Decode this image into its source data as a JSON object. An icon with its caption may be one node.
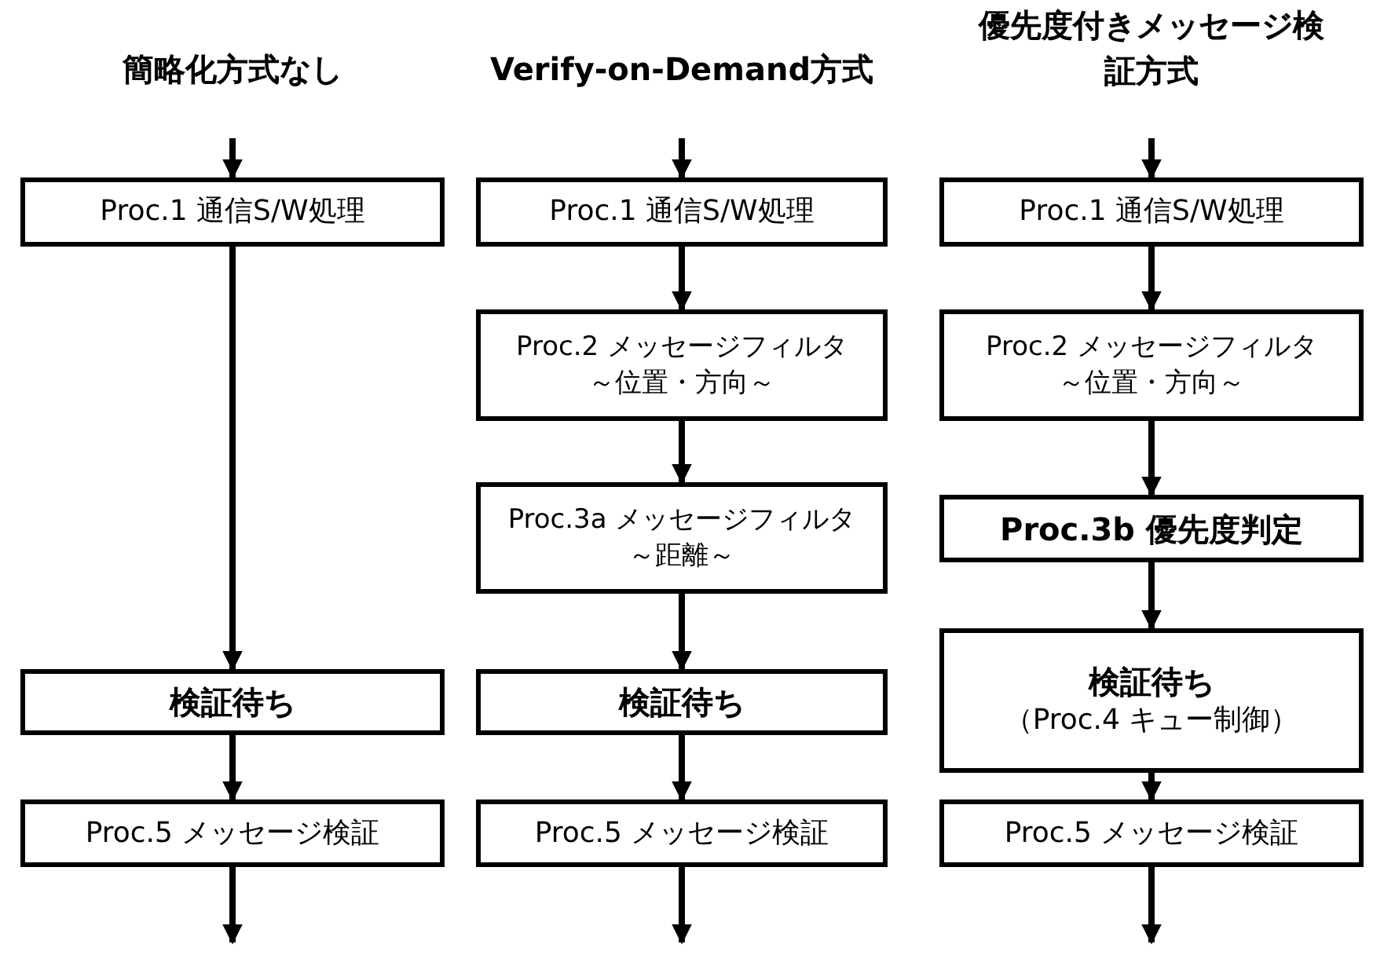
{
  "diagram": {
    "nodes": [
      {
        "text": [
          "Proc.1 通信S/W処理"
        ]
      },
      {
        "text": [
          "検証待ち"
        ]
      },
      {
        "text": [
          "Proc.5 メッセージ検証"
        ]
      },
      {
        "text": [
          "Proc.1 通信S/W処理"
        ]
      },
      {
        "text": [
          "Proc.2 メッセージフィルタ～位置・方向～"
        ]
      },
      {
        "text": [
          "Proc.3a メッセージフィルタ～距離～"
        ]
      },
      {
        "text": [
          "検証待ち"
        ]
      },
      {
        "text": [
          "Proc.5 メッセージ検証"
        ]
      },
      {
        "text": [
          "Proc.1 通信S/W処理"
        ]
      },
      {
        "text": [
          "Proc.2 メッセージフィルタ～位置・方向～"
        ]
      },
      {
        "text": [
          "Proc.3b 優先度判定"
        ]
      },
      {
        "text": [
          "検証待ち",
          "（Proc.4 キュー制御）"
        ]
      },
      {
        "text": [
          "Proc.5 メッセージ検証"
        ]
      }
    ],
    "edges": [
      {
        "from": null,
        "to": 0,
        "arrow": "to"
      },
      {
        "from": 0,
        "to": 1,
        "arrow": "to"
      },
      {
        "from": 1,
        "to": 2,
        "arrow": "to"
      },
      {
        "from": 2,
        "to": null,
        "arrow": "to"
      },
      {
        "from": null,
        "to": 3,
        "arrow": "to"
      },
      {
        "from": 3,
        "to": 4,
        "arrow": "to"
      },
      {
        "from": 4,
        "to": 5,
        "arrow": "to"
      },
      {
        "from": 5,
        "to": 6,
        "arrow": "to"
      },
      {
        "from": 6,
        "to": 7,
        "arrow": "to"
      },
      {
        "from": 7,
        "to": null,
        "arrow": "to"
      },
      {
        "from": null,
        "to": 8,
        "arrow": "to"
      },
      {
        "from": 8,
        "to": 9,
        "arrow": "to"
      },
      {
        "from": 9,
        "to": 10,
        "arrow": "to"
      },
      {
        "from": 10,
        "to": 11,
        "arrow": "to"
      },
      {
        "from": 11,
        "to": 12,
        "arrow": "to"
      },
      {
        "from": 12,
        "to": null,
        "arrow": "to"
      }
    ],
    "labels": [
      "簡略化方式なし",
      "Verify-on-Demand方式",
      "優先度付きメッセージ検証方式"
    ]
  }
}
